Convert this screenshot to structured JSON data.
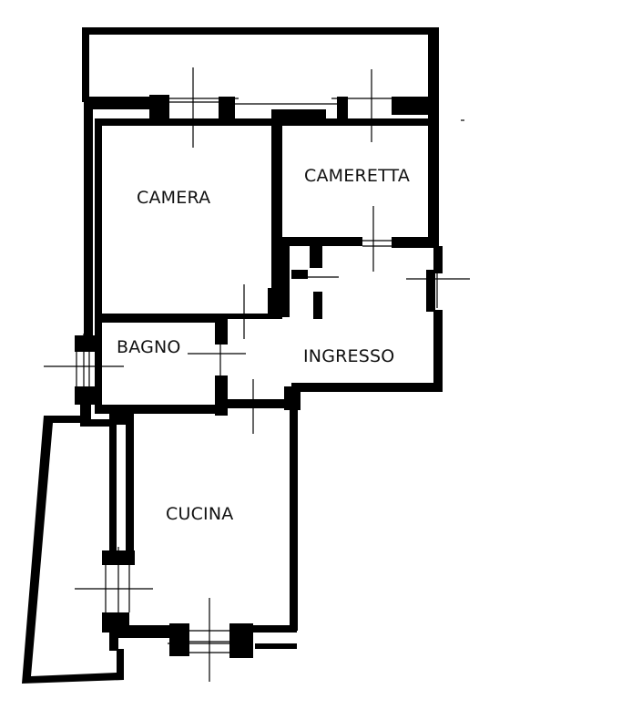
{
  "rooms": {
    "camera": "CAMERA",
    "cameretta": "CAMERETTA",
    "bagno": "BAGNO",
    "ingresso": "INGRESSO",
    "cucina": "CUCINA"
  },
  "colors": {
    "wall": "#000000",
    "background": "#ffffff"
  }
}
